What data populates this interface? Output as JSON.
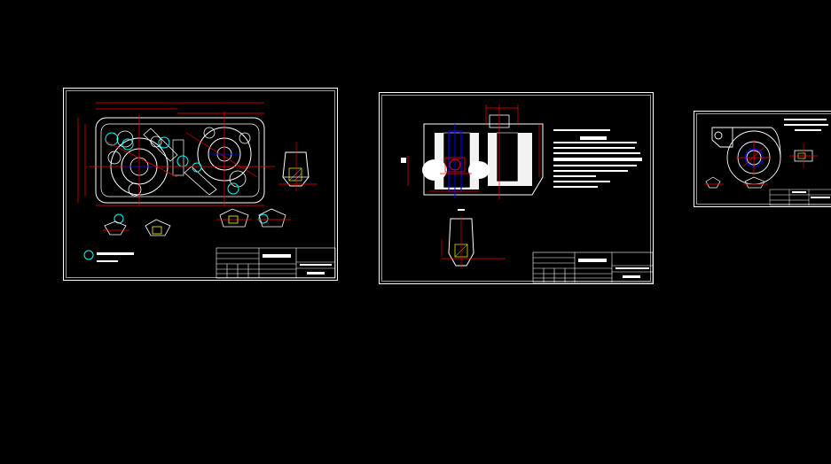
{
  "viewport": {
    "background": "#000000",
    "line_colors": {
      "outline": "#ffffff",
      "dimension": "#ff0000",
      "center": "#0000ff",
      "circle_highlight": "#00ffff",
      "hatch": "#ffff00"
    }
  },
  "sheets": [
    {
      "name": "drawing-sheet-1",
      "title_block_blank": true
    },
    {
      "name": "drawing-sheet-2",
      "title_block_blank": true
    },
    {
      "name": "drawing-sheet-3",
      "title_block_blank": true
    }
  ]
}
